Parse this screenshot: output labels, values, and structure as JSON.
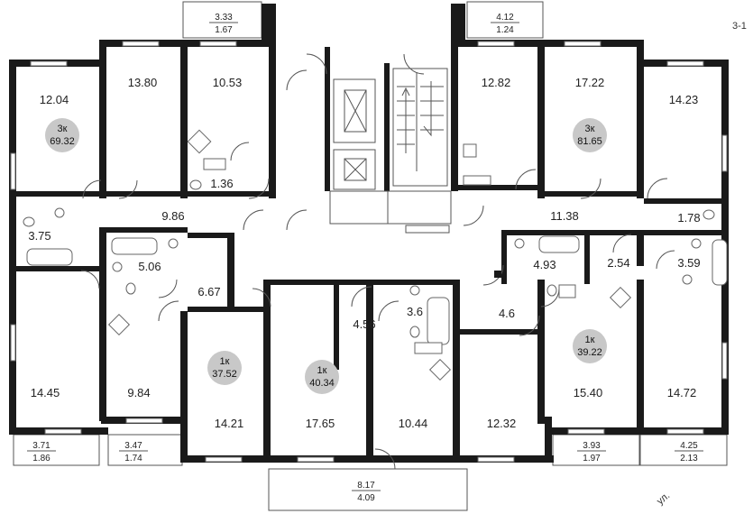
{
  "edge_notes": {
    "top_right": "3-1",
    "bottom_right": "ул."
  },
  "rooms": {
    "r_12_04": "12.04",
    "r_13_80": "13.80",
    "r_10_53": "10.53",
    "r_1_36": "1.36",
    "r_9_86": "9.86",
    "r_3_75": "3.75",
    "r_5_06": "5.06",
    "r_6_67": "6.67",
    "r_14_45": "14.45",
    "r_9_84": "9.84",
    "r_14_21": "14.21",
    "r_17_65": "17.65",
    "r_4_56": "4.56",
    "r_3_6": "3.6",
    "r_10_44": "10.44",
    "r_4_6": "4.6",
    "r_12_32": "12.32",
    "r_12_82": "12.82",
    "r_17_22": "17.22",
    "r_14_23": "14.23",
    "r_11_38": "11.38",
    "r_1_78": "1.78",
    "r_4_93": "4.93",
    "r_2_54": "2.54",
    "r_3_59": "3.59",
    "r_15_40": "15.40",
    "r_14_72": "14.72"
  },
  "balconies": {
    "top_left": {
      "top": "3.33",
      "bottom": "1.67"
    },
    "top_right": {
      "top": "4.12",
      "bottom": "1.24"
    },
    "bottom_1": {
      "top": "3.71",
      "bottom": "1.86"
    },
    "bottom_2": {
      "top": "3.47",
      "bottom": "1.74"
    },
    "bottom_center": {
      "top": "8.17",
      "bottom": "4.09"
    },
    "bottom_3": {
      "top": "3.93",
      "bottom": "1.97"
    },
    "bottom_4": {
      "top": "4.25",
      "bottom": "2.13"
    }
  },
  "apartments": {
    "a1": {
      "type": "3к",
      "area": "69.32"
    },
    "a2": {
      "type": "3к",
      "area": "81.65"
    },
    "a3": {
      "type": "1к",
      "area": "37.52"
    },
    "a4": {
      "type": "1к",
      "area": "40.34"
    },
    "a5": {
      "type": "1к",
      "area": "39.22"
    }
  },
  "colors": {
    "wall": "#1a1a1a",
    "badge": "#c8c8c8",
    "line": "#555555"
  },
  "icons": [
    "door-swing-icon",
    "bathtub-icon",
    "toilet-icon",
    "sink-icon",
    "stair-icon",
    "elevator-icon",
    "window-icon",
    "ventilation-icon"
  ]
}
